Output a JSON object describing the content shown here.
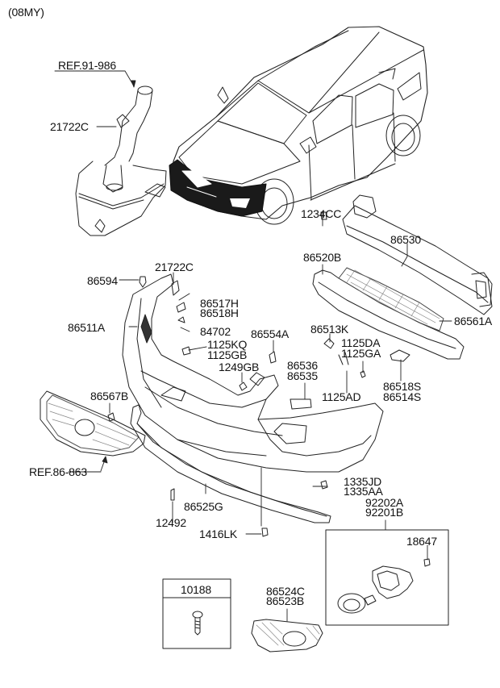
{
  "model_year": "(08MY)",
  "references": [
    {
      "id": "ref-washer",
      "label": "REF.91-986"
    },
    {
      "id": "ref-grille",
      "label": "REF.86-863"
    }
  ],
  "parts": {
    "p21722c_a": "21722C",
    "p1234cc": "1234CC",
    "p86530": "86530",
    "p86520b": "86520B",
    "p86561a": "86561A",
    "p86594": "86594",
    "p21722c_b": "21722C",
    "p86517h": "86517H",
    "p86518h": "86518H",
    "p86511a": "86511A",
    "p84702": "84702",
    "p86554a": "86554A",
    "p86513k": "86513K",
    "p1125kq": "1125KQ",
    "p1125gb": "1125GB",
    "p1125da": "1125DA",
    "p1125ga": "1125GA",
    "p1249gb": "1249GB",
    "p86536": "86536",
    "p86535": "86535",
    "p86518s": "86518S",
    "p86514s": "86514S",
    "p86567b": "86567B",
    "p1125ad": "1125AD",
    "p1335jd": "1335JD",
    "p1335aa": "1335AA",
    "p92202a": "92202A",
    "p92201b": "92201B",
    "p86525g": "86525G",
    "p12492": "12492",
    "p1416lk": "1416LK",
    "p18647": "18647",
    "p10188": "10188",
    "p86524c": "86524C",
    "p86523b": "86523B"
  },
  "colors": {
    "line": "#222222",
    "highlight": "#111111",
    "background": "#ffffff"
  }
}
